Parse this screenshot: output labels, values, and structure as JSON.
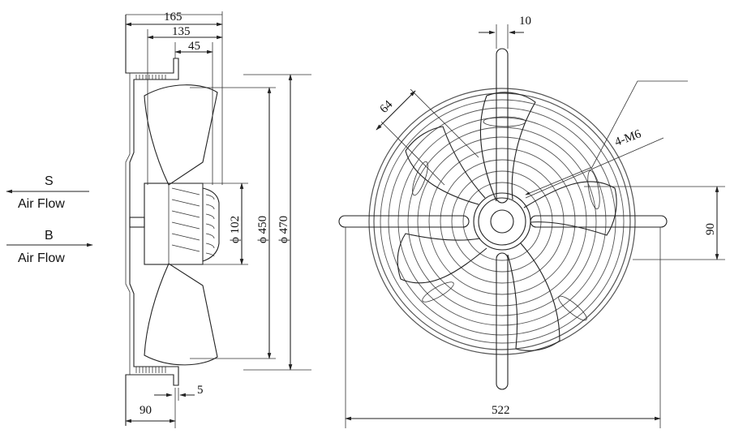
{
  "side_view": {
    "dim_165": "165",
    "dim_135": "135",
    "dim_45": "45",
    "dim_phi102": "ϕ 102",
    "dim_phi450": "ϕ 450",
    "dim_phi470": "ϕ 470",
    "dim_90": "90",
    "dim_5": "5"
  },
  "airflow": {
    "s_label": "S",
    "s_text": "Air Flow",
    "b_label": "B",
    "b_text": "Air Flow"
  },
  "front_view": {
    "dim_10": "10",
    "dim_64": "64",
    "dim_4m6": "4-M6",
    "dim_90": "90",
    "dim_522": "522"
  }
}
